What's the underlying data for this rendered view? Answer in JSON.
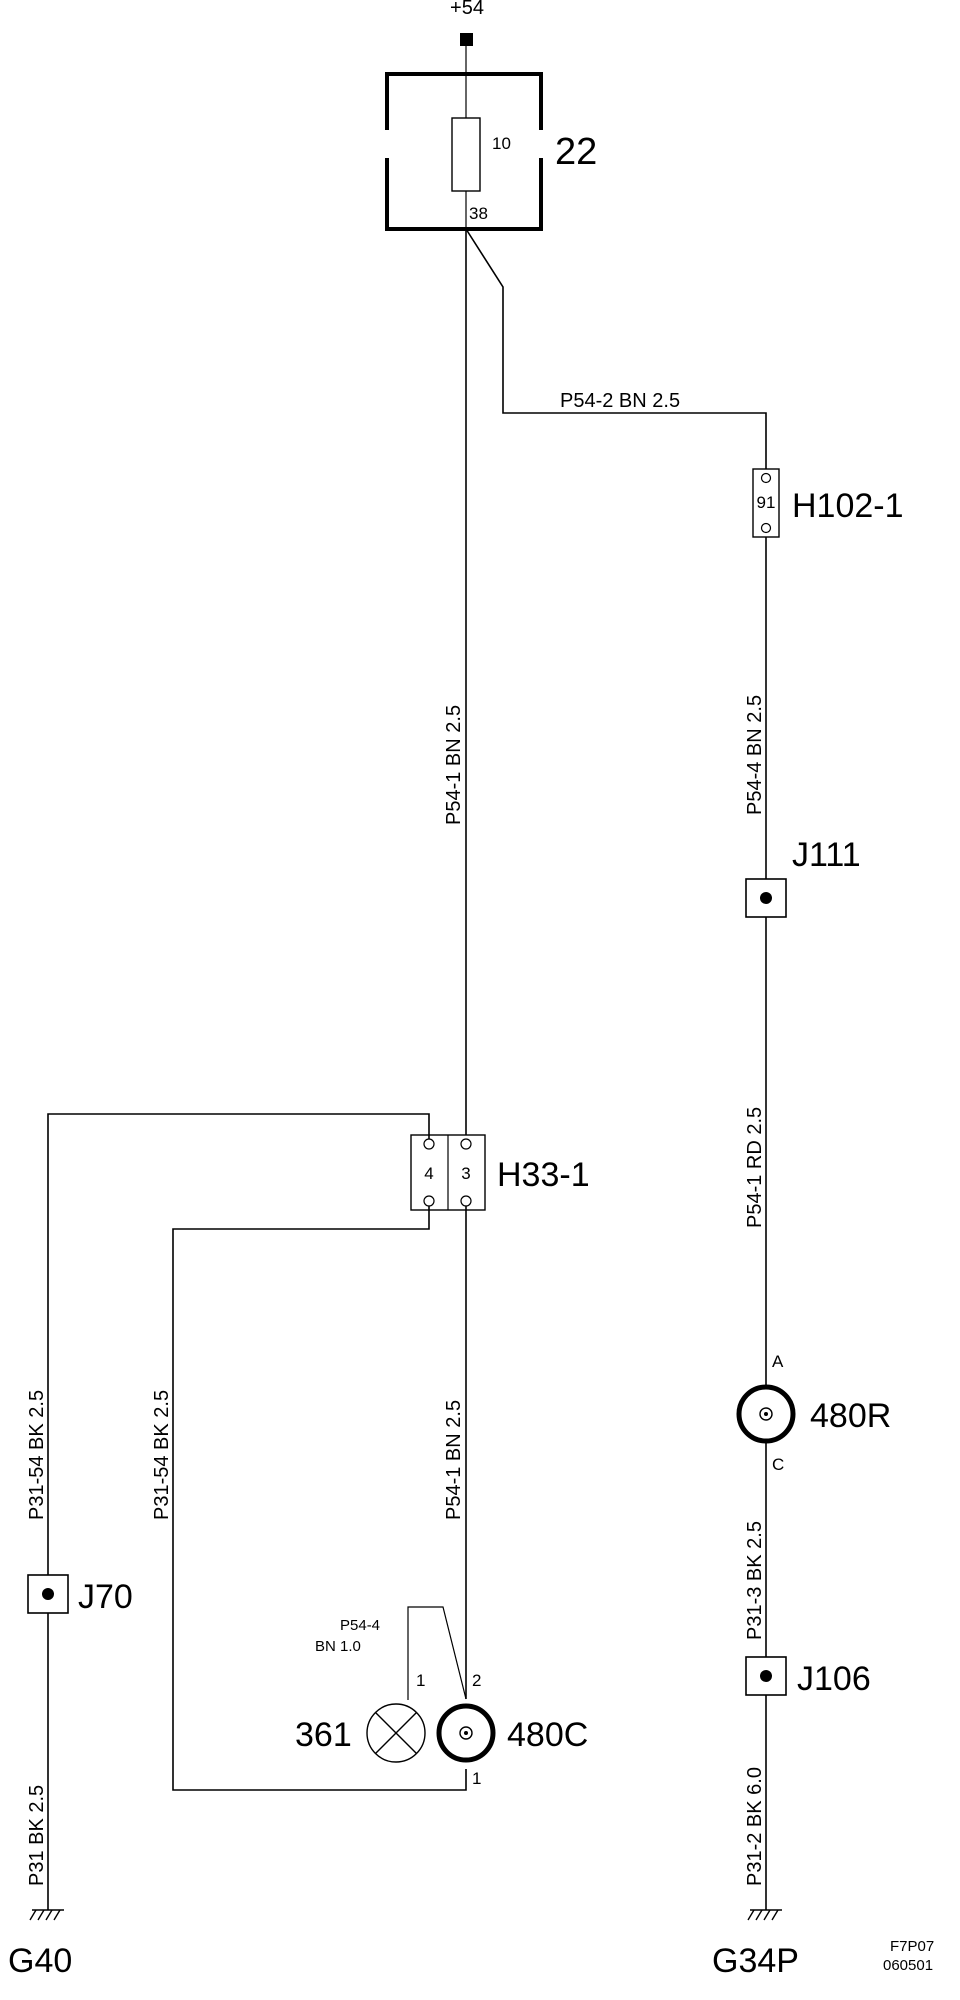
{
  "supply": {
    "label": "+54"
  },
  "fuse_box": {
    "id": "22",
    "fuse": "10",
    "terminal": "38"
  },
  "connector_h102": {
    "id": "H102-1",
    "pin": "91"
  },
  "connector_h33": {
    "id": "H33-1",
    "pin_left": "4",
    "pin_right": "3"
  },
  "junctions": {
    "j111": "J111",
    "j70": "J70",
    "j106": "J106"
  },
  "lamp": {
    "id": "361",
    "pin": "1"
  },
  "switch_480c": {
    "id": "480C",
    "pin_top": "2",
    "pin_bottom": "1"
  },
  "switch_480r": {
    "id": "480R",
    "pin_top": "A",
    "pin_bottom": "C"
  },
  "wires": {
    "p54_2": "P54-2   BN   2.5",
    "p54_1_top": "P54-1 BN  2.5",
    "p54_4_right": "P54-4  BN  2.5",
    "p54_1_rd": "P54-1  RD   2.5",
    "p31_54_left": "P31-54  BK  2.5",
    "p31_54_inner": "P31-54  BK  2.5",
    "p54_1_lower": "P54-1  BN 2.5",
    "p54_4_small_a": "P54-4",
    "p54_4_small_b": "BN    1.0",
    "p31_3": "P31-3  BK  2.5",
    "p31_2": "P31-2 BK  6.0",
    "p31": "P31  BK  2.5"
  },
  "grounds": {
    "g40": "G40",
    "g34p": "G34P"
  },
  "footer": {
    "code": "F7P07",
    "date": "060501"
  }
}
